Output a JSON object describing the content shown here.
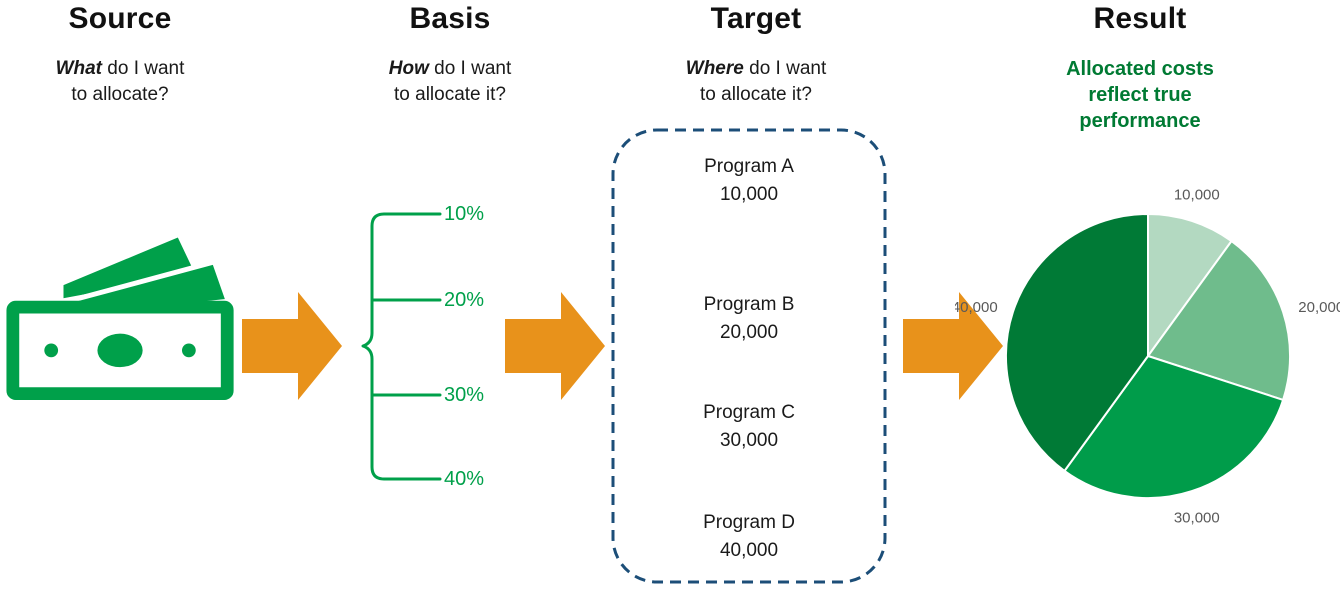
{
  "columns": {
    "source": {
      "title": "Source",
      "question": {
        "emphasis": "What",
        "rest": " do I want",
        "line2": "to allocate?"
      }
    },
    "basis": {
      "title": "Basis",
      "question": {
        "emphasis": "How",
        "rest": " do I want",
        "line2": "to allocate it?"
      },
      "percentages": [
        "10%",
        "20%",
        "30%",
        "40%"
      ]
    },
    "target": {
      "title": "Target",
      "question": {
        "emphasis": "Where",
        "rest": " do I want",
        "line2": "to allocate it?"
      },
      "programs": [
        {
          "name": "Program A",
          "value": "10,000"
        },
        {
          "name": "Program B",
          "value": "20,000"
        },
        {
          "name": "Program C",
          "value": "30,000"
        },
        {
          "name": "Program D",
          "value": "40,000"
        }
      ]
    },
    "result": {
      "title": "Result",
      "subtitle_lines": [
        "Allocated costs",
        "reflect true",
        "performance"
      ]
    }
  },
  "icons": {
    "source_icon": "money-bills-icon",
    "flow_icon": "arrow-right-icon"
  },
  "colors": {
    "green_primary": "#00A04A",
    "green_dark": "#007A33",
    "orange_arrow": "#E8921B",
    "navy_dashed_border": "#1C4E78",
    "label_gray": "#595959",
    "text_dark": "#1A1A1A"
  },
  "chart_data": {
    "type": "pie",
    "title": "",
    "labels": [
      "10,000",
      "20,000",
      "30,000",
      "40,000"
    ],
    "values": [
      10000,
      20000,
      30000,
      40000
    ],
    "colors": [
      "#B3D9C1",
      "#6FBC8C",
      "#009C4A",
      "#007A36"
    ],
    "start_angle_deg": 0,
    "direction": "clockwise",
    "legend": "none",
    "data_labels": "outside"
  }
}
